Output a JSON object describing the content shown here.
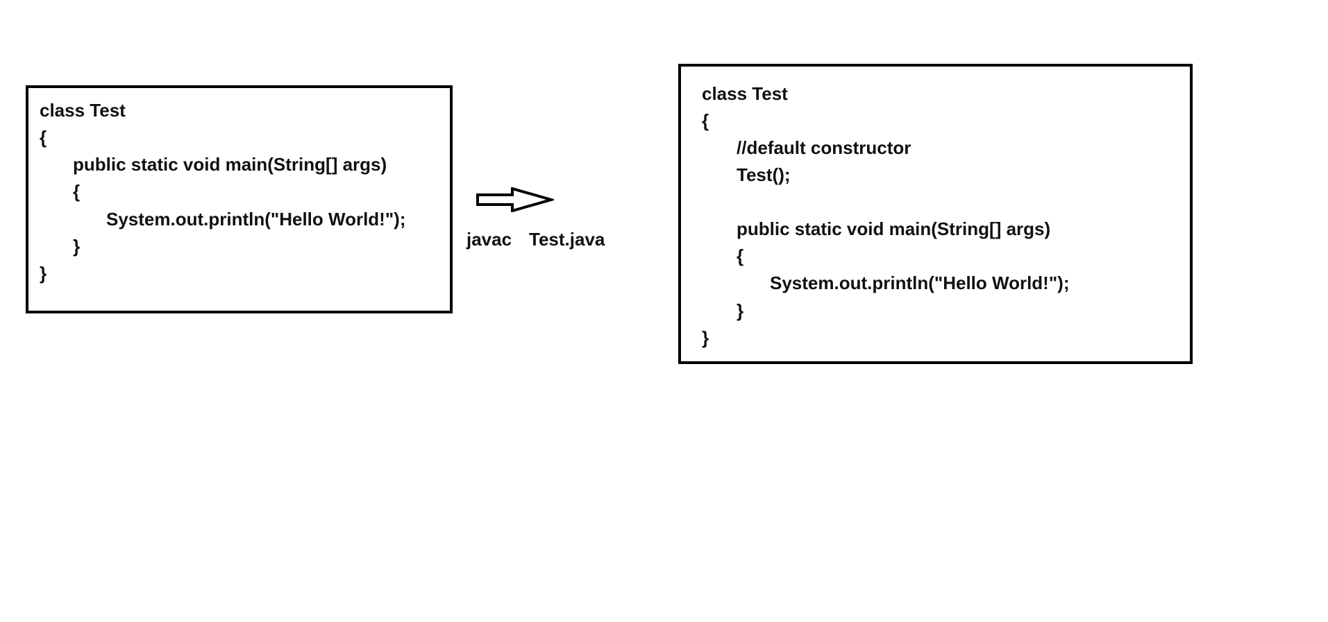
{
  "source_code": {
    "lines": [
      "class Test",
      "{",
      "public static void main(String[] args)",
      "{",
      "System.out.println(\"Hello World!\");",
      "}",
      "}"
    ]
  },
  "compile_step": {
    "command": "javac",
    "file": "Test.java"
  },
  "compiled_code": {
    "lines": [
      "class Test",
      "{",
      "//default constructor",
      "Test();",
      "public static void main(String[] args)",
      "{",
      "System.out.println(\"Hello World!\");",
      "}",
      "}"
    ]
  }
}
